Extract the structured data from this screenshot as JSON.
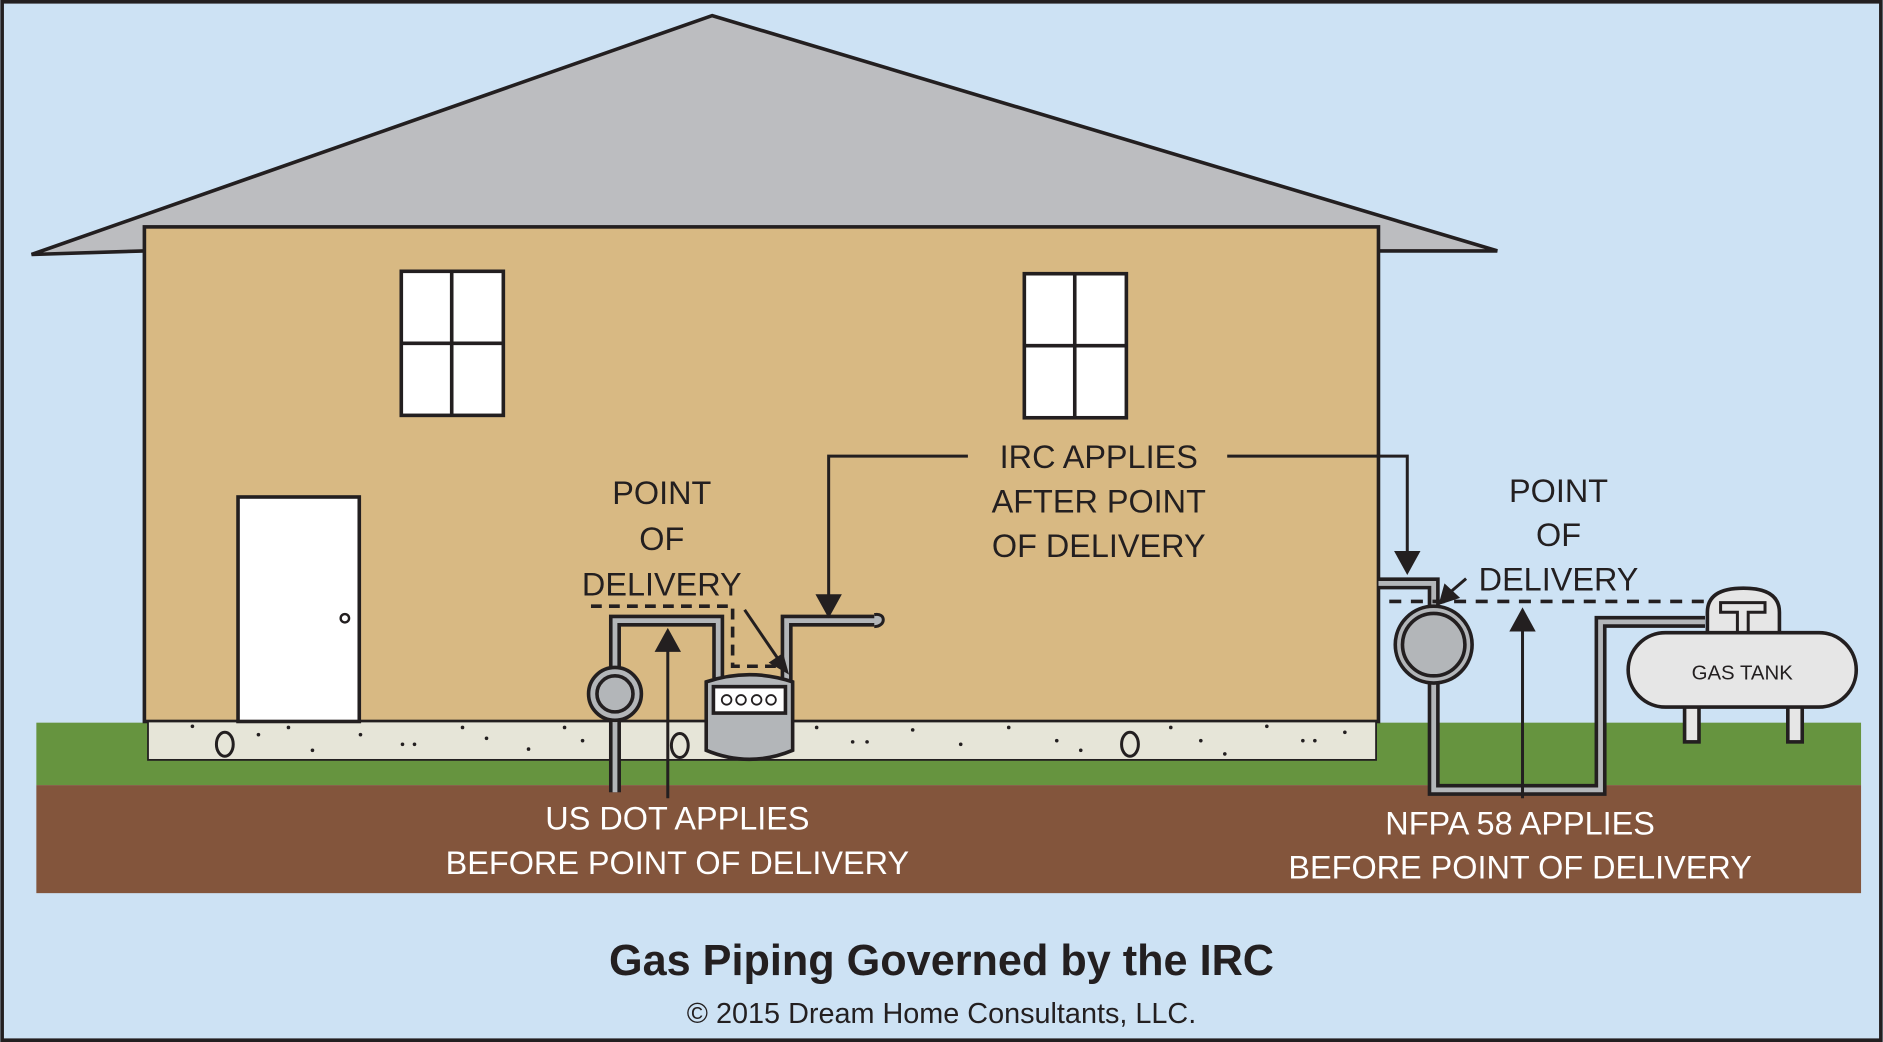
{
  "title": "Gas Piping Governed by the IRC",
  "copyright": "© 2015 Dream Home Consultants, LLC.",
  "labels": {
    "point_of_delivery_left": [
      "POINT",
      "OF",
      "DELIVERY"
    ],
    "irc_applies": [
      "IRC APPLIES",
      "AFTER POINT",
      "OF DELIVERY"
    ],
    "point_of_delivery_right": [
      "POINT",
      "OF",
      "DELIVERY"
    ],
    "us_dot": [
      "US DOT APPLIES",
      "BEFORE POINT OF DELIVERY"
    ],
    "nfpa": [
      "NFPA 58 APPLIES",
      "BEFORE POINT OF DELIVERY"
    ],
    "gas_tank": "GAS TANK"
  },
  "colors": {
    "sky": "#cde2f4",
    "roof": "#bcbdc0",
    "wall": "#d8b983",
    "foundation": "#e6e5d8",
    "grass": "#66943f",
    "soil": "#83553c",
    "pipe": "#b3b6b9",
    "ink": "#231f20"
  }
}
